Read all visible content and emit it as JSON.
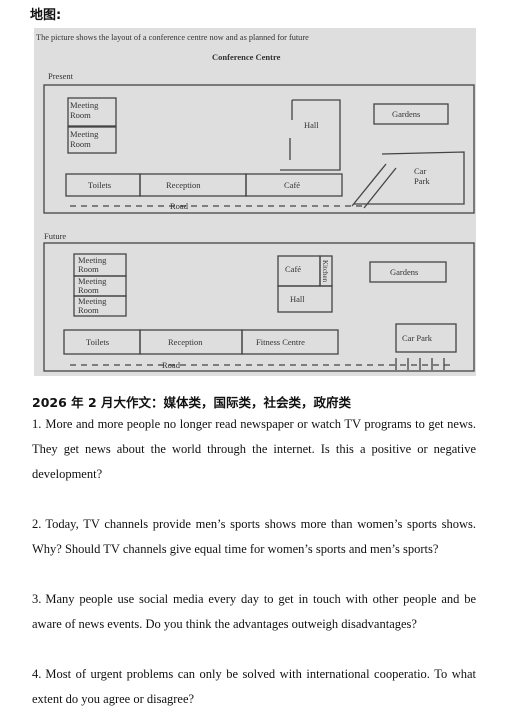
{
  "map_heading": "地图:",
  "figure": {
    "caption": "The picture shows the layout of a conference centre now and as planned for future",
    "title": "Conference Centre",
    "present": {
      "label": "Present",
      "meeting_room_1": [
        "Meeting",
        "Room"
      ],
      "meeting_room_2": [
        "Meeting",
        "Room"
      ],
      "hall": "Hall",
      "gardens": "Gardens",
      "toilets": "Toilets",
      "reception": "Reception",
      "cafe": "Café",
      "car_park": [
        "Car",
        "Park"
      ],
      "road": "Road"
    },
    "future": {
      "label": "Future",
      "meeting_room_1": [
        "Meeting",
        "Room"
      ],
      "meeting_room_2": [
        "Meeting",
        "Room"
      ],
      "meeting_room_3": [
        "Meeting",
        "Room"
      ],
      "cafe": "Café",
      "kitchen": "Kitchen",
      "hall": "Hall",
      "gardens": "Gardens",
      "toilets": "Toilets",
      "reception": "Reception",
      "fitness_centre": "Fitness Centre",
      "car_park": "Car Park",
      "road": "Road"
    }
  },
  "essay_section_title": "2026 年 2 月大作文：媒体类，国际类，社会类，政府类",
  "essay_prompts": [
    {
      "number": "1.",
      "text": "More and more people no longer read newspaper or watch TV programs to get news. They get news about the world through the internet. Is this a positive or negative development?"
    },
    {
      "number": "2.",
      "text": "Today, TV channels provide men’s sports shows more than women’s sports shows. Why? Should TV channels give equal time for women’s sports and men’s sports?"
    },
    {
      "number": "3.",
      "text": "Many people use social media every day to get in touch with other people and be aware of news events. Do you think the advantages outweigh disadvantages?"
    },
    {
      "number": "4.",
      "text": "Most of urgent problems can only be solved with international cooperatio. To what extent do you agree or disagree?"
    }
  ]
}
